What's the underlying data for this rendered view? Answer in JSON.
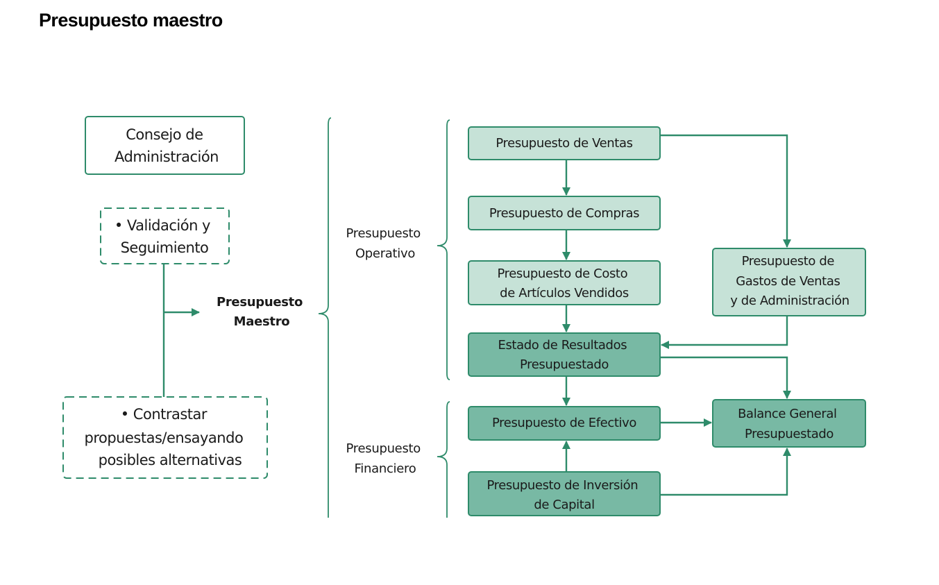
{
  "title": "Presupuesto maestro",
  "left": {
    "board": [
      "Consejo de",
      "Administración"
    ],
    "validation": [
      "• Validación y",
      "Seguimiento"
    ],
    "contrast": [
      "• Contrastar",
      "propuestas/ensayando",
      "posibles alternativas"
    ]
  },
  "center": {
    "master": [
      "Presupuesto",
      "Maestro"
    ],
    "operativo": [
      "Presupuesto",
      "Operativo"
    ],
    "financiero": [
      "Presupuesto",
      "Financiero"
    ]
  },
  "boxes": {
    "ventas": [
      "Presupuesto de Ventas"
    ],
    "compras": [
      "Presupuesto de Compras"
    ],
    "costo": [
      "Presupuesto de Costo",
      "de Artículos Vendidos"
    ],
    "gastos": [
      "Presupuesto de",
      "Gastos de Ventas",
      "y de Administración"
    ],
    "resultados": [
      "Estado de Resultados",
      "Presupuestado"
    ],
    "efectivo": [
      "Presupuesto de Efectivo"
    ],
    "balance": [
      "Balance General",
      "Presupuestado"
    ],
    "inversion": [
      "Presupuesto de Inversión",
      "de Capital"
    ]
  },
  "colors": {
    "accent": "#2e8b6a",
    "light_fill": "#c6e2d7",
    "dark_fill": "#78b9a4"
  }
}
